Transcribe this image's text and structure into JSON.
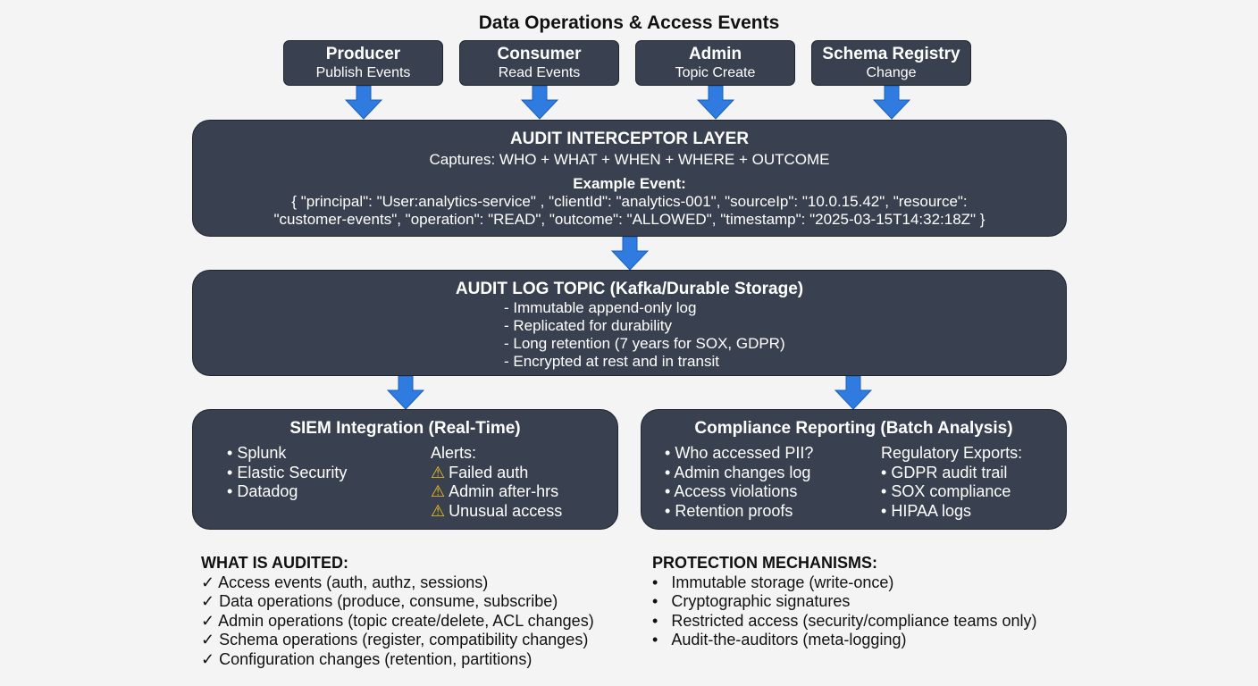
{
  "title": "Data Operations & Access Events",
  "sources": [
    {
      "title": "Producer",
      "subtitle": "Publish Events"
    },
    {
      "title": "Consumer",
      "subtitle": "Read Events"
    },
    {
      "title": "Admin",
      "subtitle": "Topic Create"
    },
    {
      "title": "Schema Registry",
      "subtitle": "Change"
    }
  ],
  "interceptor": {
    "title": "AUDIT INTERCEPTOR LAYER",
    "captures": "Captures: WHO + WHAT + WHEN + WHERE + OUTCOME",
    "example_label": "Example Event:",
    "example_line1": "{ \"principal\": \"User:analytics-service\" , \"clientId\": \"analytics-001\", \"sourceIp\": \"10.0.15.42\", \"resource\":",
    "example_line2": "\"customer-events\", \"operation\": \"READ\", \"outcome\": \"ALLOWED\", \"timestamp\": \"2025-03-15T14:32:18Z\" }"
  },
  "audit_log": {
    "title": "AUDIT LOG TOPIC (Kafka/Durable Storage)",
    "items": [
      "- Immutable append-only log",
      "- Replicated for durability",
      "- Long retention (7 years for SOX, GDPR)",
      "- Encrypted at rest and in transit"
    ]
  },
  "siem": {
    "title": "SIEM Integration (Real-Time)",
    "tools": [
      "Splunk",
      "Elastic Security",
      "Datadog"
    ],
    "alerts_label": "Alerts:",
    "alerts": [
      "Failed auth",
      "Admin after-hrs",
      "Unusual access"
    ]
  },
  "compliance": {
    "title": "Compliance Reporting (Batch Analysis)",
    "questions": [
      "Who accessed PII?",
      "Admin changes log",
      "Access violations",
      "Retention proofs"
    ],
    "exports_label": "Regulatory Exports:",
    "exports": [
      "GDPR audit trail",
      "SOX compliance",
      "HIPAA logs"
    ]
  },
  "audited": {
    "title": "WHAT IS AUDITED:",
    "items": [
      "Access events (auth, authz, sessions)",
      "Data operations (produce, consume, subscribe)",
      "Admin operations (topic create/delete, ACL changes)",
      "Schema operations (register, compatibility changes)",
      "Configuration changes (retention, partitions)"
    ]
  },
  "protection": {
    "title": "PROTECTION MECHANISMS:",
    "items": [
      "Immutable storage (write-once)",
      "Cryptographic signatures",
      "Restricted access (security/compliance teams only)",
      "Audit-the-auditors (meta-logging)"
    ]
  },
  "colors": {
    "box": "#394150",
    "arrow": "#2f7be0",
    "warning": "#f2c21b"
  },
  "icons": {
    "bullet": "•",
    "check": "✓",
    "warning": "⚠"
  }
}
